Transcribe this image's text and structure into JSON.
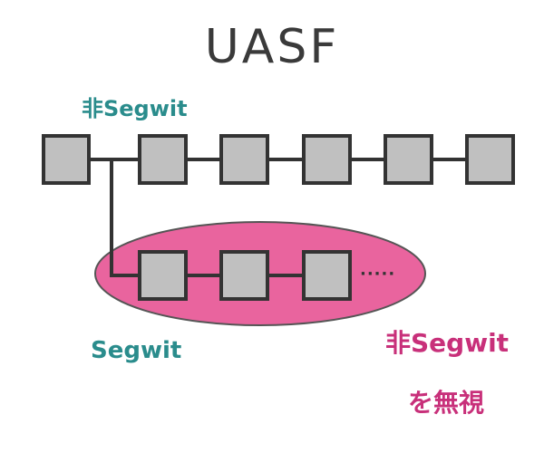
{
  "title": "UASF",
  "labels": {
    "main_chain": "非Segwit",
    "fork_chain": "Segwit",
    "note_line1": "非Segwit",
    "note_line2": "を無視"
  },
  "fork_more_indicator": "·····",
  "colors": {
    "teal": "#2a8c8c",
    "magenta": "#c8307a",
    "ellipse_fill": "#e9649e",
    "block_fill": "#c0c0c0",
    "block_stroke": "#333333",
    "title": "#3a3a3a"
  },
  "diagram": {
    "main_chain_blocks": 6,
    "fork_chain_blocks": 3
  }
}
